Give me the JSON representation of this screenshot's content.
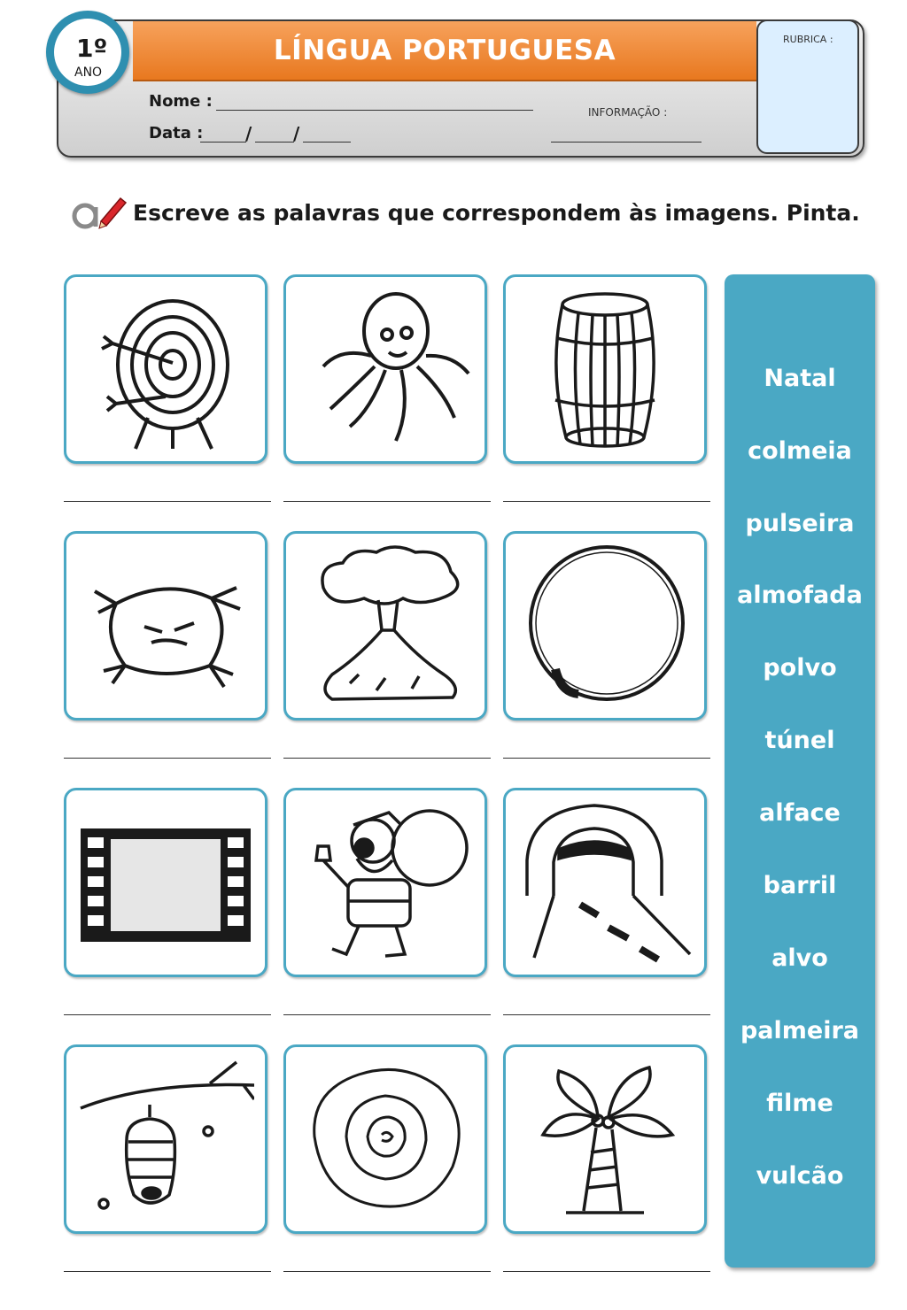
{
  "header": {
    "grade_number": "1º",
    "grade_label": "ANO",
    "subject_title": "LÍNGUA PORTUGUESA",
    "rubrica_label": "RUBRICA :",
    "informacao_label": "INFORMAÇÃO :",
    "nome_label": "Nome :",
    "data_label": "Data :",
    "data_slash_1": "/",
    "data_slash_2": "/"
  },
  "instruction": {
    "icon": "letter-a-pencil-icon",
    "text": "Escreve as palavras que correspondem às imagens. Pinta."
  },
  "pictures": [
    {
      "icon": "archery-target-icon"
    },
    {
      "icon": "octopus-icon"
    },
    {
      "icon": "barrel-icon"
    },
    {
      "icon": "cushion-icon"
    },
    {
      "icon": "volcano-icon"
    },
    {
      "icon": "bracelet-icon"
    },
    {
      "icon": "film-strip-icon"
    },
    {
      "icon": "santa-claus-icon"
    },
    {
      "icon": "tunnel-icon"
    },
    {
      "icon": "beehive-icon"
    },
    {
      "icon": "lettuce-icon"
    },
    {
      "icon": "palm-tree-icon"
    }
  ],
  "word_bank": [
    "Natal",
    "colmeia",
    "pulseira",
    "almofada",
    "polvo",
    "túnel",
    "alface",
    "barril",
    "alvo",
    "palmeira",
    "filme",
    "vulcão"
  ],
  "colors": {
    "title_orange": "#e8781f",
    "card_border": "#4aa8c4",
    "word_bank_bg": "#4aa8c4",
    "rubrica_bg": "#dcefff",
    "badge_blue": "#2e8fb0"
  }
}
